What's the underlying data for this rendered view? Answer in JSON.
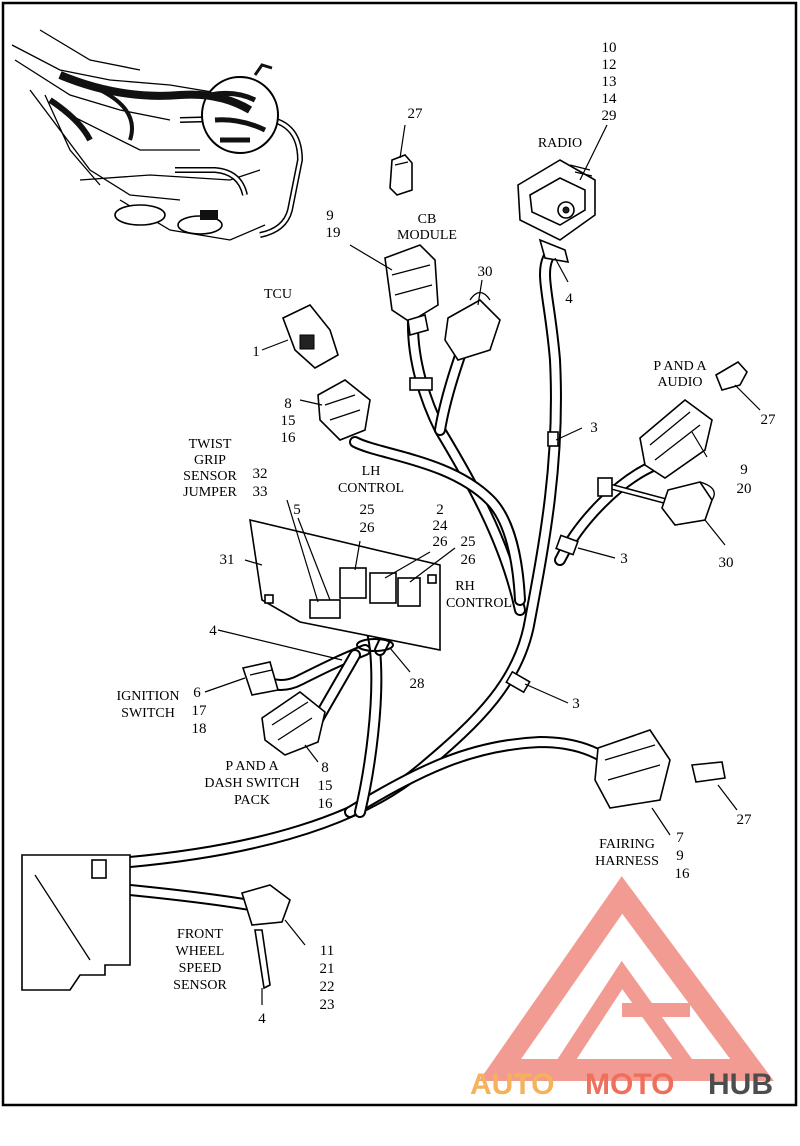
{
  "labels": {
    "radio_nums": [
      "10",
      "12",
      "13",
      "14",
      "29"
    ],
    "radio": "RADIO",
    "radio_clip": "4",
    "top_connector": "27",
    "cb_nums": [
      "9",
      "19"
    ],
    "cb_line1": "CB",
    "cb_line2": "MODULE",
    "cb_cap": "30",
    "tcu": "TCU",
    "tcu_num": "1",
    "lh_nums": [
      "8",
      "15",
      "16"
    ],
    "lh_line1": "LH",
    "lh_line2": "CONTROL",
    "twist_line1": "TWIST",
    "twist_line2": "GRIP",
    "twist_line3": "SENSOR",
    "twist_line4": "JUMPER",
    "twist_nums": [
      "32",
      "33"
    ],
    "jumper_num": "5",
    "lh_conn_nums": [
      "25",
      "26"
    ],
    "mid_nums": [
      "2",
      "24",
      "26"
    ],
    "rh_nums": [
      "25",
      "26"
    ],
    "rh_line1": "RH",
    "rh_line2": "CONTROL",
    "bracket": "31",
    "clip_left": "4",
    "tie": "28",
    "clip_upper": "3",
    "clip_mid": "3",
    "clip_low": "3",
    "pa_audio_line1": "P AND A",
    "pa_audio_line2": "AUDIO",
    "pa_audio_num": "27",
    "pa_audio_conn_nums": [
      "9",
      "20"
    ],
    "cap_right": "30",
    "ign_line1": "IGNITION",
    "ign_line2": "SWITCH",
    "ign_nums": [
      "6",
      "17",
      "18"
    ],
    "dash_line1": "P AND A",
    "dash_line2": "DASH SWITCH",
    "dash_line3": "PACK",
    "dash_nums": [
      "8",
      "15",
      "16"
    ],
    "fairing_line1": "FAIRING",
    "fairing_line2": "HARNESS",
    "fairing_nums": [
      "7",
      "9",
      "16"
    ],
    "fairing_side_num": "27",
    "front_line1": "FRONT",
    "front_line2": "WHEEL",
    "front_line3": "SPEED",
    "front_line4": "SENSOR",
    "front_nums": [
      "11",
      "21",
      "22",
      "23"
    ],
    "front_clip": "4"
  },
  "watermark": {
    "part1": "AUTO",
    "part2": "MOTO",
    "part3": "HUB",
    "color1": "#f5b25a",
    "color2": "#ef6f5d",
    "color3": "#4d4d4d",
    "logo_color": "#f08a80"
  }
}
